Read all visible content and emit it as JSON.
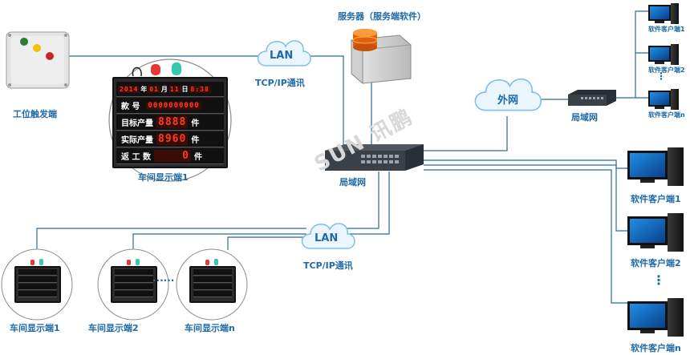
{
  "labels": {
    "server": "服务器（服务端软件）",
    "trigger": "工位触发端",
    "lan_top": "LAN",
    "tcp_top": "TCP/IP通讯",
    "workshop1_big": "车间显示端1",
    "switch_main": "局域网",
    "internet": "外网",
    "switch_remote": "局域网",
    "client_small_1": "软件客户端1",
    "client_small_2": "软件客户端2",
    "client_small_n": "软件客户端n",
    "client_1": "软件客户端1",
    "client_2": "软件客户端2",
    "client_n": "软件客户端n",
    "lan_bottom": "LAN",
    "tcp_bottom": "TCP/IP通讯",
    "workshop_1": "车间显示端1",
    "workshop_2": "车间显示端2",
    "workshop_n": "车间显示端n",
    "ellipsis_h": "......",
    "ellipsis_v": "⋮",
    "watermark": "SUN 讯鹏"
  },
  "board": {
    "date_year": "2014",
    "year_char": "年",
    "date_month": "01",
    "month_char": "月",
    "date_day": "11",
    "day_char": "日",
    "time": "8:38",
    "row1_label": "款  号",
    "row1_value": "0000000000",
    "row2_label": "目标产量",
    "row2_value": "8888",
    "row2_unit": "件",
    "row3_label": "实际产量",
    "row3_value": "8960",
    "row3_unit": "件",
    "row4_label": "返 工 数",
    "row4_value": "0",
    "row4_unit": "件"
  },
  "colors": {
    "line": "#2a6aa0",
    "label": "#1e6aa8",
    "led": "#ff3b1f",
    "cloud_fill": "#eaf5fd",
    "cloud_stroke": "#7fc0e8"
  }
}
